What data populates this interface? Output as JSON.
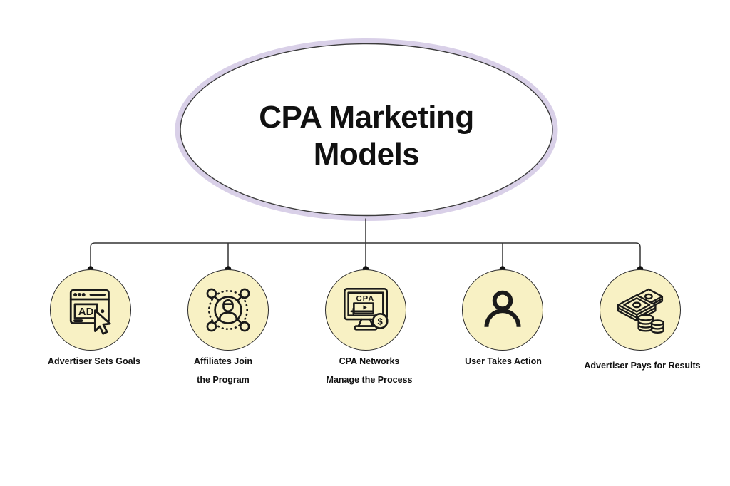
{
  "colors": {
    "background": "#FFFFFF",
    "ellipse_ring": "#D9D0E8",
    "ellipse_fill": "#FFFFFF",
    "connector_line": "#333333",
    "node_fill": "#F8F1C4",
    "node_stroke": "#2B2B2B",
    "icon_stroke": "#1A1A1A",
    "text": "#111111"
  },
  "root": {
    "title_line1": "CPA Marketing",
    "title_line2": "Models"
  },
  "nodes": [
    {
      "icon": "ad-browser-cursor-icon",
      "icon_text": "AD",
      "label_line1": "Advertiser Sets Goals"
    },
    {
      "icon": "affiliate-network-icon",
      "label_line1": "Affiliates Join",
      "label_line2": "the Program"
    },
    {
      "icon": "cpa-monitor-dollar-icon",
      "icon_text": "CPA",
      "icon_badge_text": "$",
      "label_line1": "CPA Networks",
      "label_line2": "Manage the Process"
    },
    {
      "icon": "user-silhouette-icon",
      "label_line1": "User Takes Action"
    },
    {
      "icon": "money-stack-coins-icon",
      "label_line1": "Advertiser Pays for Results"
    }
  ]
}
